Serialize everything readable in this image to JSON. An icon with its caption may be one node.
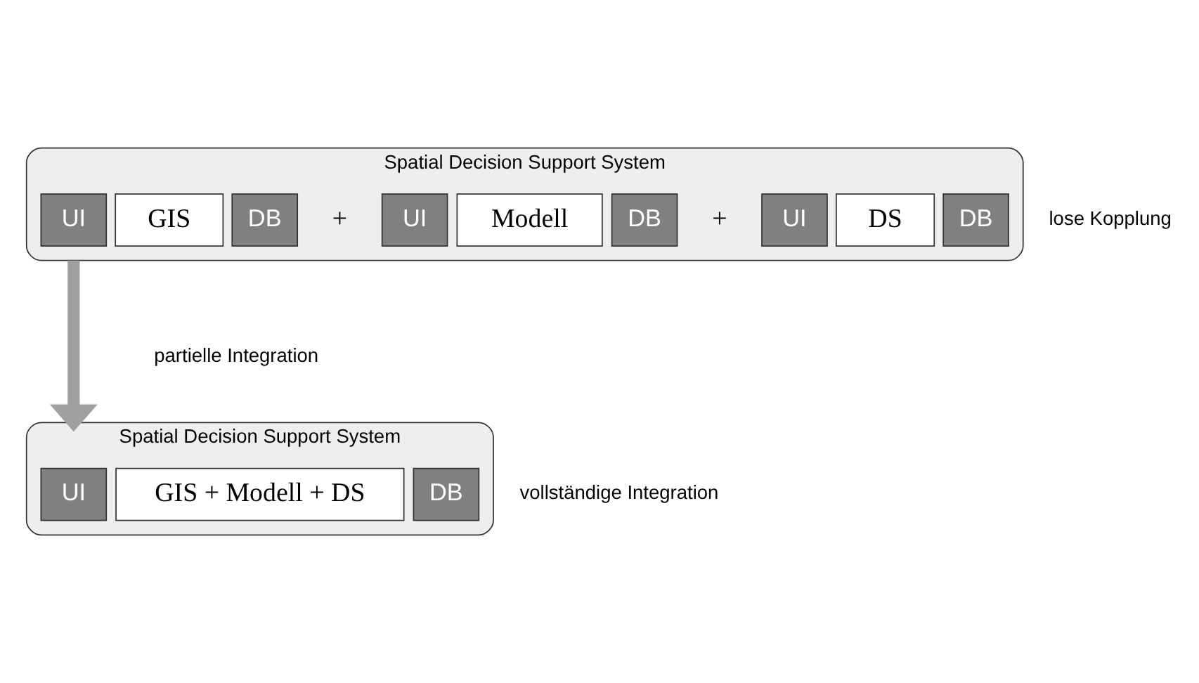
{
  "diagram": {
    "nodes": [
      {
        "text": [
          "Spatial Decision Support System"
        ],
        "beside": [
          "lose Kopplung"
        ]
      },
      {
        "text": [
          "UI"
        ],
        "in": 0
      },
      {
        "text": [
          "GIS"
        ],
        "in": 0
      },
      {
        "text": [
          "DB"
        ],
        "in": 0
      },
      {
        "text": [
          "UI"
        ],
        "in": 0
      },
      {
        "text": [
          "Modell"
        ],
        "in": 0
      },
      {
        "text": [
          "DB"
        ],
        "in": 0
      },
      {
        "text": [
          "UI"
        ],
        "in": 0
      },
      {
        "text": [
          "DS"
        ],
        "in": 0
      },
      {
        "text": [
          "DB"
        ],
        "in": 0
      },
      {
        "text": [
          "Spatial Decision Support System"
        ],
        "beside": [
          "vollständige Integration"
        ]
      },
      {
        "text": [
          "UI"
        ],
        "in": 10
      },
      {
        "text": [
          "GIS + Modell + DS"
        ],
        "in": 10
      },
      {
        "text": [
          "DB"
        ],
        "in": 10
      }
    ],
    "edges": [
      {
        "from": 0,
        "to": 10,
        "arrow": "to",
        "label": "partielle Integration"
      }
    ],
    "labels": [
      "+",
      "+"
    ]
  }
}
